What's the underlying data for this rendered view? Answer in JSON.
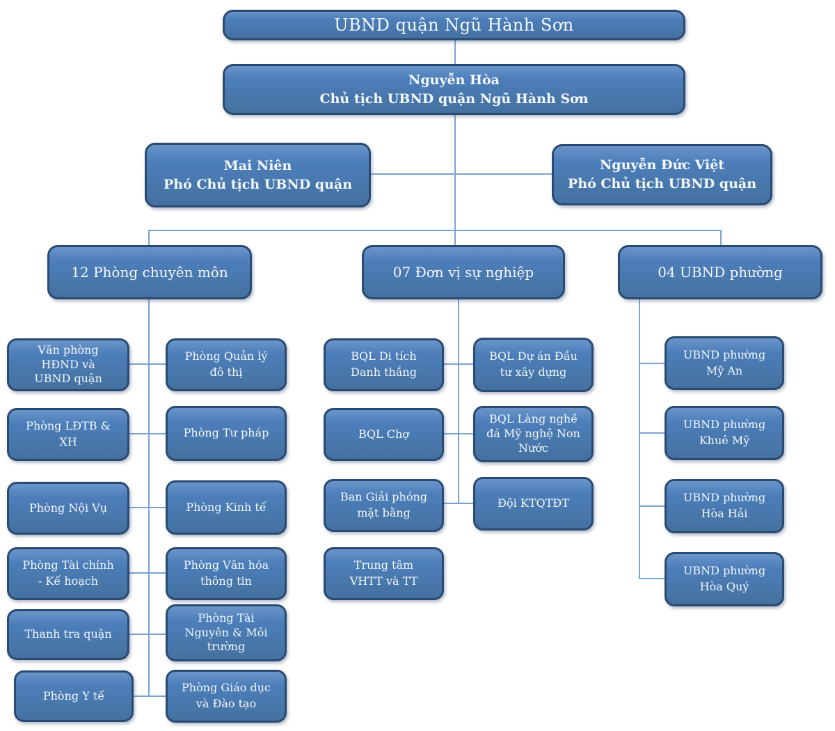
{
  "colors": {
    "box_fill": "#4c7eba",
    "box_border": "#2a4a72",
    "connector": "#7ba3d0",
    "text": "#ffffff"
  },
  "org": {
    "root": "UBND quận Ngũ Hành Sơn",
    "chairman": {
      "name": "Nguyễn Hòa",
      "title": "Chủ tịch UBND quận Ngũ Hành Sơn"
    },
    "deputies": [
      {
        "name": "Mai Niên",
        "title": "Phó Chủ tịch UBND quận"
      },
      {
        "name": "Nguyễn Đức Việt",
        "title": "Phó Chủ tịch UBND quận"
      }
    ],
    "groups": [
      {
        "header": "12 Phòng chuyên môn",
        "left": [
          "Văn phòng\nHĐND và\nUBND quận",
          "Phòng LĐTB &\nXH",
          "Phòng Nội Vụ",
          "Phòng Tài chính\n- Kế hoạch",
          "Thanh tra quận",
          "Phòng Y tế"
        ],
        "right": [
          "Phòng Quản lý\nđô thị",
          "Phòng Tư pháp",
          "Phòng Kinh tế",
          "Phòng Văn hóa\nthông tin",
          "Phòng Tài\nNguyên & Môi\ntrường",
          "Phòng Giáo dục\nvà Đào tạo"
        ]
      },
      {
        "header": "07 Đơn vị sự nghiệp",
        "left": [
          "BQL Di tích\nDanh thắng",
          "BQL Chợ",
          "Ban Giải phóng\nmặt bằng",
          "Trung tâm\nVHTT và TT"
        ],
        "right": [
          "BQL Dự án Đầu\ntư xây dựng",
          "BQL Làng nghề\nđá Mỹ nghệ Non\nNước",
          "Đội KTQTĐT"
        ]
      },
      {
        "header": "04 UBND phường",
        "items": [
          "UBND phường\nMỹ An",
          "UBND phường\nKhuê Mỹ",
          "UBND phường\nHòa Hải",
          "UBND phường\nHòa Quý"
        ]
      }
    ]
  }
}
